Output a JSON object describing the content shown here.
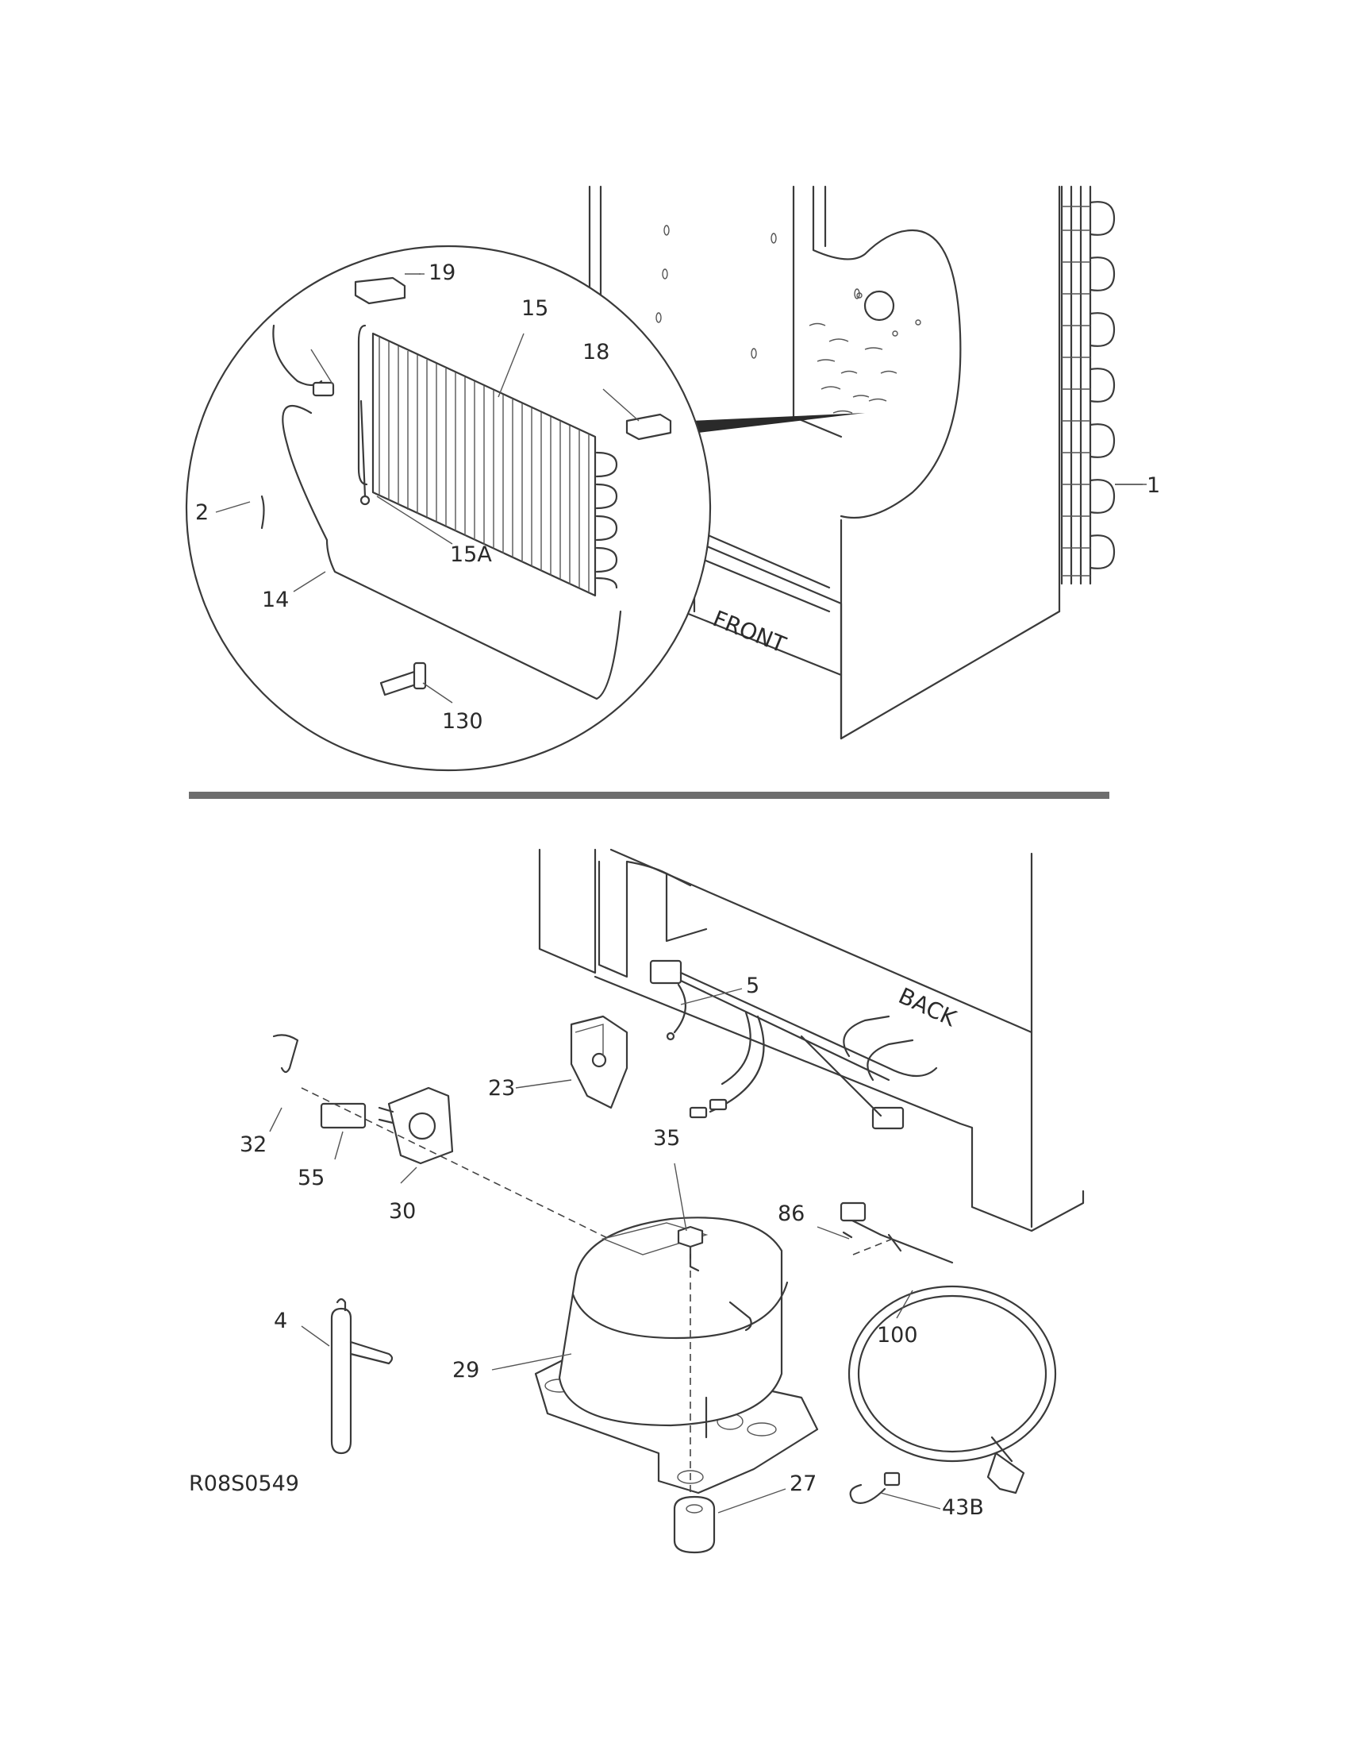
{
  "drawing_id": "R08S0549",
  "labels": {
    "front": "FRONT",
    "back": "BACK"
  },
  "callouts_top": [
    "19",
    "15",
    "18",
    "2",
    "15A",
    "14",
    "130",
    "1"
  ],
  "callouts_bottom": [
    "5",
    "23",
    "32",
    "55",
    "30",
    "35",
    "86",
    "4",
    "29",
    "100",
    "27",
    "43B"
  ],
  "parts": {
    "p19": "19",
    "p15": "15",
    "p18": "18",
    "p2": "2",
    "p15A": "15A",
    "p14": "14",
    "p130": "130",
    "p1": "1",
    "p5": "5",
    "p23": "23",
    "p32": "32",
    "p55": "55",
    "p30": "30",
    "p35": "35",
    "p86": "86",
    "p4": "4",
    "p29": "29",
    "p100": "100",
    "p27": "27",
    "p43B": "43B"
  }
}
